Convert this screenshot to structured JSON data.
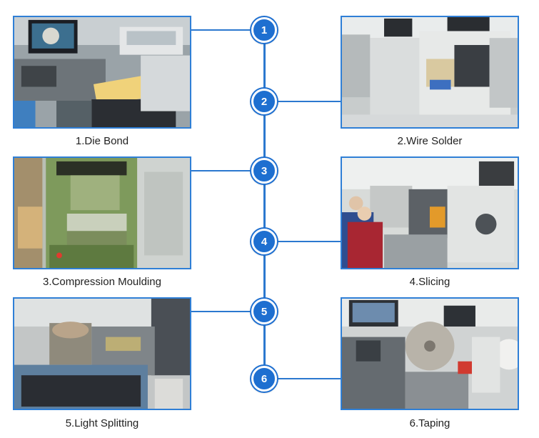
{
  "steps": [
    {
      "number": "1",
      "label": "1.Die Bond"
    },
    {
      "number": "2",
      "label": "2.Wire Solder"
    },
    {
      "number": "3",
      "label": "3.Compression Moulding"
    },
    {
      "number": "4",
      "label": "4.Slicing"
    },
    {
      "number": "5",
      "label": "5.Light Splitting"
    },
    {
      "number": "6",
      "label": "6.Taping"
    }
  ],
  "colors": {
    "accent": "#1e6fd0",
    "line": "#2b78cf",
    "frame": "#2f7fd6"
  }
}
